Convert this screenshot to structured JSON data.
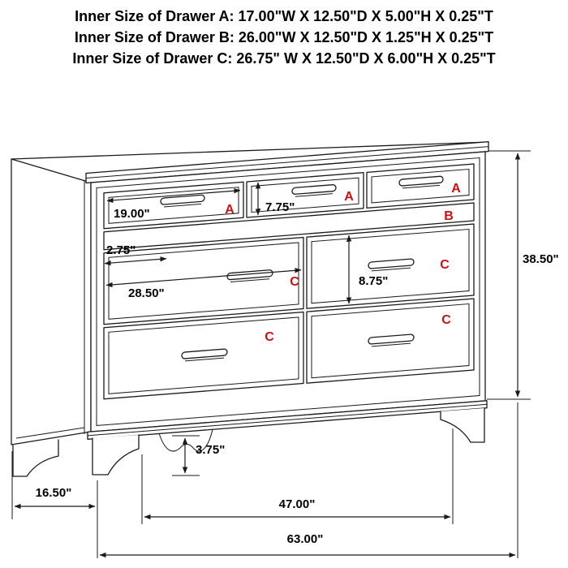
{
  "header": {
    "lines": [
      "Inner Size of Drawer A: 17.00\"W X 12.50\"D X 5.00\"H X 0.25\"T",
      "Inner Size of Drawer B: 26.00\"W X 12.50\"D X 1.25\"H X 0.25\"T",
      "Inner Size of Drawer C: 26.75\" W X 12.50\"D X 6.00\"H X 0.25\"T"
    ]
  },
  "drawer_labels": {
    "top_left": "A",
    "top_middle": "A",
    "top_right": "A",
    "jewelry": "B",
    "middle_left": "C",
    "middle_right": "C",
    "bottom_left": "C",
    "bottom_right": "C"
  },
  "dimensions": {
    "drawer_a_width": "19.00\"",
    "drawer_a_front_height": "7.75\"",
    "drawer_b_front_height": "2.75\"",
    "drawer_c_width": "28.50\"",
    "drawer_c_front_height": "8.75\"",
    "overall_height": "38.50\"",
    "foot_height": "3.75\"",
    "depth": "16.50\"",
    "front_feet_span": "47.00\"",
    "overall_width": "63.00\""
  },
  "colors": {
    "label_red": "#cc1010",
    "line": "#1a1a1a"
  }
}
